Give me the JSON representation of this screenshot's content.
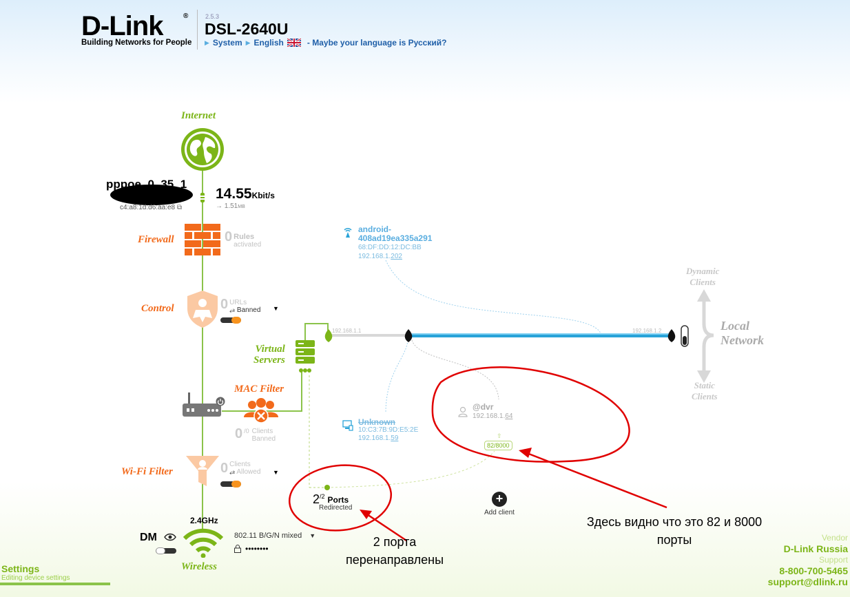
{
  "header": {
    "logo": "D-Link",
    "tagline": "Building Networks for People",
    "version": "2.5.3",
    "model": "DSL-2640U",
    "nav_system": "System",
    "nav_language": "English",
    "nav_suggest": "- Maybe your language is Русский?"
  },
  "internet": {
    "label": "Internet",
    "connection_name": "pppoe_0_35_1",
    "mac": "c4:a8:1d:d6:aa:e8",
    "speed_value": "14.55",
    "speed_unit": "Kbit/s",
    "traffic": "→ 1.51",
    "traffic_unit": "MB"
  },
  "firewall": {
    "label": "Firewall",
    "count": "0",
    "line1": "Rules",
    "line2": "activated"
  },
  "control": {
    "label": "Control",
    "count": "0",
    "line1": "URLs",
    "line2": "Banned",
    "toggle_on": true
  },
  "virtual_servers": {
    "label": "Virtual Servers",
    "label_line1": "Virtual",
    "label_line2": "Servers"
  },
  "mac_filter": {
    "label": "MAC Filter",
    "count": "0",
    "count_sup": "/0",
    "line1": "Clients",
    "line2": "Banned"
  },
  "wifi_filter": {
    "label": "Wi-Fi Filter",
    "count": "0",
    "line1": "Clients",
    "line2": "Allowed",
    "toggle_on": true
  },
  "wireless": {
    "label": "Wireless",
    "band": "2.4GHz",
    "ssid": "DM",
    "mode": "802.11 B/G/N mixed",
    "password": "••••••••",
    "toggle_on": false
  },
  "lan": {
    "router_ip": "192.168.1.1",
    "end_ip": "192.168.1.2",
    "local_network_line1": "Local",
    "local_network_line2": "Network",
    "dynamic_line1": "Dynamic",
    "dynamic_line2": "Clients",
    "static_line1": "Static",
    "static_line2": "Clients"
  },
  "clients": {
    "android": {
      "name_line1": "android-",
      "name_line2": "408ad19ea335a291",
      "mac": "68:DF:DD:12:DC:BB",
      "ip_prefix": "192.168.1.",
      "ip_suffix": "202"
    },
    "unknown": {
      "name": "Unknown",
      "mac": "10:C3:7B:9D:E5:2E",
      "ip_prefix": "192.168.1.",
      "ip_suffix": "59"
    },
    "dvr": {
      "name": "@dvr",
      "ip_prefix": "192.168.1.",
      "ip_suffix": "64",
      "ports": "82/8000"
    },
    "add_client": "Add client"
  },
  "ports": {
    "count": "2",
    "count_sup": "/2",
    "label": "Ports",
    "sub": "Redirected"
  },
  "annotations": {
    "ports_note_line1": "2 порта",
    "ports_note_line2": "перенаправлены",
    "dvr_note_line1": "Здесь видно что это 82 и 8000",
    "dvr_note_line2": "порты"
  },
  "footer": {
    "settings": "Settings",
    "settings_sub": "Editing device settings",
    "vendor_label": "Vendor",
    "vendor": "D-Link Russia",
    "support_label": "Support",
    "phone": "8-800-700-5465",
    "email": "support@dlink.ru"
  },
  "colors": {
    "green": "#7cb518",
    "orange": "#f26a1b",
    "blue": "#29a3d8",
    "annotation_red": "#e00000"
  }
}
